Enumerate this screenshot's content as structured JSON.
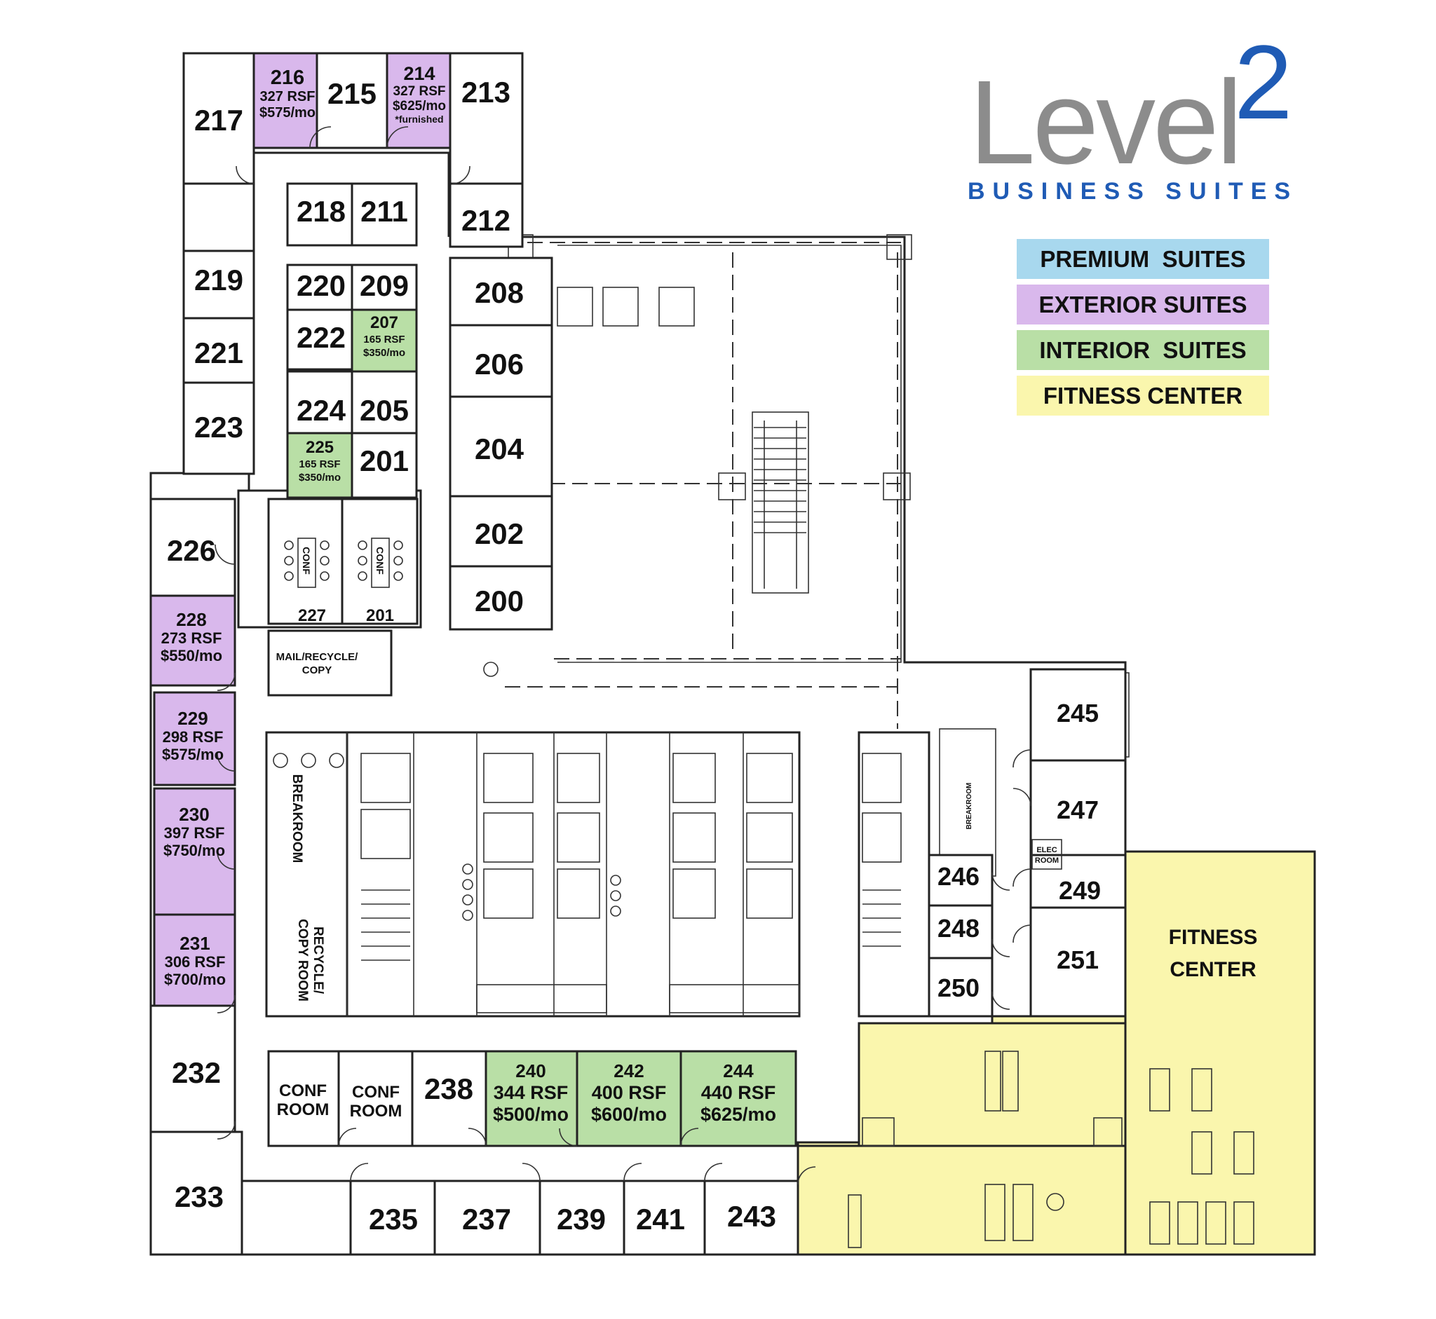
{
  "brand": {
    "word": "Level",
    "number": "2",
    "subtitle": "BUSINESS SUITES"
  },
  "legend": [
    {
      "label": "PREMIUM  SUITES",
      "color": "#a8d8ee"
    },
    {
      "label": "EXTERIOR SUITES",
      "color": "#d9b8ec"
    },
    {
      "label": "INTERIOR  SUITES",
      "color": "#b9dfa6"
    },
    {
      "label": "FITNESS CENTER",
      "color": "#faf6ad"
    }
  ],
  "rooms": {
    "r217": {
      "number": "217"
    },
    "r216": {
      "number": "216",
      "size": "327 RSF",
      "rent": "$575/mo"
    },
    "r215": {
      "number": "215"
    },
    "r214": {
      "number": "214",
      "size": "327 RSF",
      "rent": "$625/mo",
      "note": "*furnished"
    },
    "r213": {
      "number": "213"
    },
    "r212": {
      "number": "212"
    },
    "r218": {
      "number": "218"
    },
    "r211": {
      "number": "211"
    },
    "r219": {
      "number": "219"
    },
    "r220": {
      "number": "220"
    },
    "r209": {
      "number": "209"
    },
    "r208": {
      "number": "208"
    },
    "r221": {
      "number": "221"
    },
    "r222": {
      "number": "222"
    },
    "r207": {
      "number": "207",
      "size": "165 RSF",
      "rent": "$350/mo"
    },
    "r206": {
      "number": "206"
    },
    "r223": {
      "number": "223"
    },
    "r224": {
      "number": "224"
    },
    "r205": {
      "number": "205"
    },
    "r204": {
      "number": "204"
    },
    "r225": {
      "number": "225",
      "size": "165 RSF",
      "rent": "$350/mo"
    },
    "r201": {
      "number": "201"
    },
    "r226": {
      "number": "226"
    },
    "r202": {
      "number": "202"
    },
    "r200": {
      "number": "200"
    },
    "r227conf": {
      "number": "227",
      "label": "CONF"
    },
    "r201conf": {
      "number": "201",
      "label": "CONF"
    },
    "r228": {
      "number": "228",
      "size": "273 RSF",
      "rent": "$550/mo"
    },
    "r229": {
      "number": "229",
      "size": "298 RSF",
      "rent": "$575/mo"
    },
    "r230": {
      "number": "230",
      "size": "397 RSF",
      "rent": "$750/mo"
    },
    "r231": {
      "number": "231",
      "size": "306 RSF",
      "rent": "$700/mo"
    },
    "r232": {
      "number": "232"
    },
    "r233": {
      "number": "233"
    },
    "conf1": {
      "line1": "CONF",
      "line2": "ROOM"
    },
    "conf2": {
      "line1": "CONF",
      "line2": "ROOM"
    },
    "r238": {
      "number": "238"
    },
    "r240": {
      "number": "240",
      "size": "344 RSF",
      "rent": "$500/mo"
    },
    "r242": {
      "number": "242",
      "size": "400 RSF",
      "rent": "$600/mo"
    },
    "r244": {
      "number": "244",
      "size": "440 RSF",
      "rent": "$625/mo"
    },
    "r235": {
      "number": "235"
    },
    "r237": {
      "number": "237"
    },
    "r239": {
      "number": "239"
    },
    "r241": {
      "number": "241"
    },
    "r243": {
      "number": "243"
    },
    "r245": {
      "number": "245"
    },
    "r247": {
      "number": "247"
    },
    "r246": {
      "number": "246"
    },
    "r249": {
      "number": "249"
    },
    "r248": {
      "number": "248"
    },
    "r251": {
      "number": "251"
    },
    "r250": {
      "number": "250"
    }
  },
  "areas": {
    "mail": {
      "line1": "MAIL/RECYCLE/",
      "line2": "COPY"
    },
    "breakroom": "BREAKROOM",
    "recycle": {
      "line1": "RECYCLE/",
      "line2": "COPY ROOM"
    },
    "breakroom_small": "BREAKROOM",
    "elec": {
      "line1": "ELEC",
      "line2": "ROOM"
    },
    "fitness": {
      "line1": "FITNESS",
      "line2": "CENTER"
    }
  }
}
